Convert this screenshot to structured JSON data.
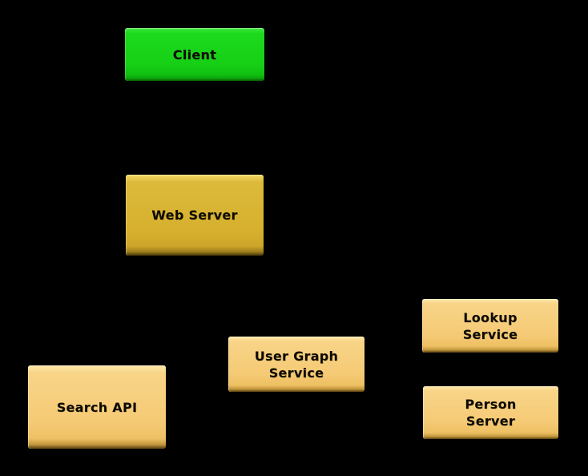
{
  "diagram": {
    "background_color": "#000000",
    "text_color": "#000000",
    "node_colors": {
      "client_fill": "#16d016",
      "web_server_fill": "#d6b02e",
      "service_fill": "#f5ca75"
    },
    "nodes": [
      {
        "id": "client",
        "label": "Client"
      },
      {
        "id": "web-server",
        "label": "Web Server"
      },
      {
        "id": "search-api",
        "label": "Search API"
      },
      {
        "id": "user-graph-service",
        "label": "User Graph\nService"
      },
      {
        "id": "lookup-service",
        "label": "Lookup\nService"
      },
      {
        "id": "person-server",
        "label": "Person\nServer"
      }
    ]
  }
}
